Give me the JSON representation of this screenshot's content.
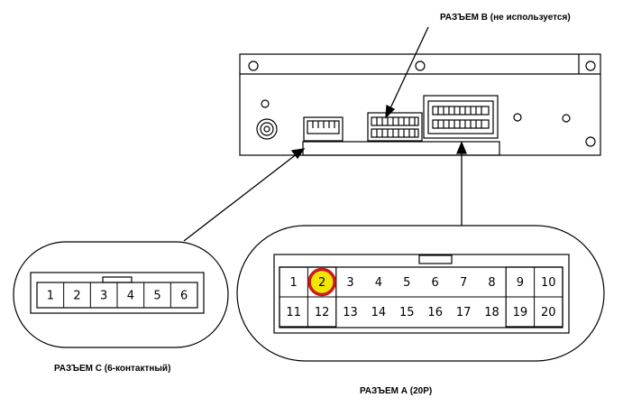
{
  "labels": {
    "connector_b": "РАЗЪЕМ B (не используется)",
    "connector_c": "РАЗЪЕМ C (6-контактный)",
    "connector_a": "РАЗЪЕМ А (20P)"
  },
  "connector_c": {
    "pins": [
      "1",
      "2",
      "3",
      "4",
      "5",
      "6"
    ]
  },
  "connector_a": {
    "top_row": [
      "1",
      "2",
      "3",
      "4",
      "5",
      "6",
      "7",
      "8",
      "9",
      "10"
    ],
    "bottom_row": [
      "11",
      "12",
      "13",
      "14",
      "15",
      "16",
      "17",
      "18",
      "19",
      "20"
    ],
    "highlighted_pin": "2"
  },
  "colors": {
    "line": "#000000",
    "highlight_fill": "#f2e600",
    "highlight_ring": "#cc1a1a"
  }
}
